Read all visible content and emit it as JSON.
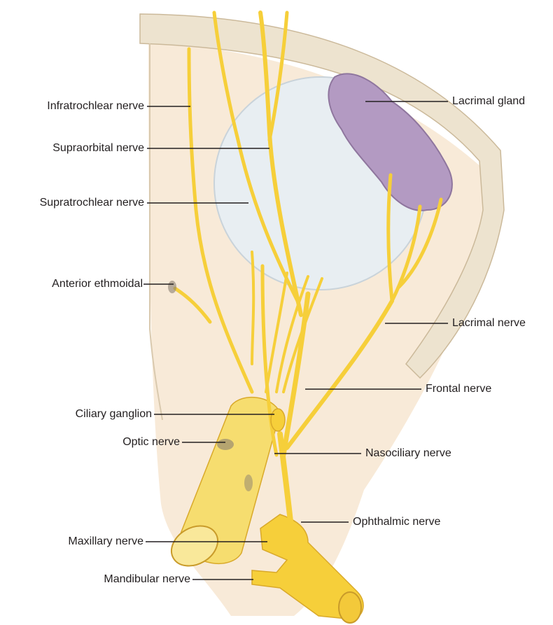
{
  "labels": {
    "infratrochlear": "Infratrochlear nerve",
    "supraorbital": "Supraorbital nerve",
    "supratrochlear": "Supratrochlear nerve",
    "anterior_ethmoidal": "Anterior ethmoidal",
    "ciliary_ganglion": "Ciliary ganglion",
    "optic": "Optic nerve",
    "maxillary": "Maxillary nerve",
    "mandibular": "Mandibular nerve",
    "lacrimal_gland": "Lacrimal gland",
    "lacrimal_nerve": "Lacrimal nerve",
    "frontal": "Frontal nerve",
    "nasociliary": "Nasociliary nerve",
    "ophthalmic": "Ophthalmic nerve"
  },
  "colors": {
    "nerve": "#f6cf3a",
    "nerve_edge": "#d9a92a",
    "gland": "#b39ac2",
    "eyeball": "#e8eef2",
    "bone": "#ede3cf",
    "orbit_bg": "#f8ead8",
    "leader": "#231f20"
  }
}
